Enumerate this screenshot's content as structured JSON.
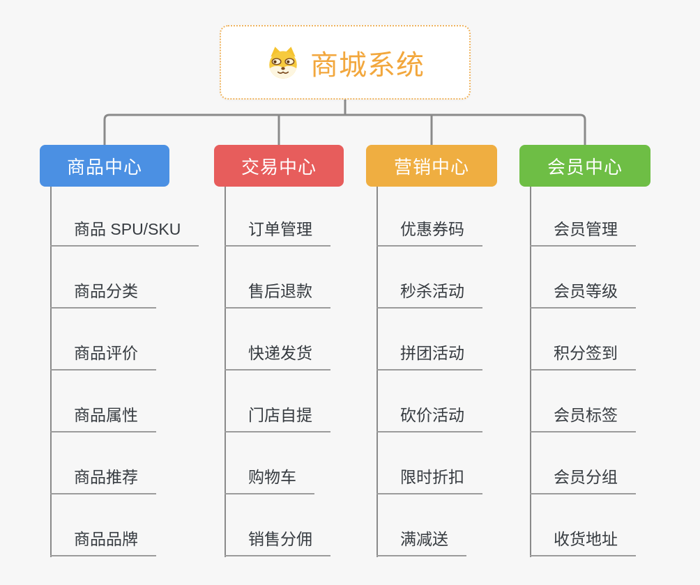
{
  "root": {
    "title": "商城系统",
    "icon": "shiba-dog-icon"
  },
  "branches": [
    {
      "label": "商品中心",
      "color": "#4b90e3",
      "items": [
        "商品 SPU/SKU",
        "商品分类",
        "商品评价",
        "商品属性",
        "商品推荐",
        "商品品牌"
      ]
    },
    {
      "label": "交易中心",
      "color": "#e75d5c",
      "items": [
        "订单管理",
        "售后退款",
        "快递发货",
        "门店自提",
        "购物车",
        "销售分佣"
      ]
    },
    {
      "label": "营销中心",
      "color": "#efae41",
      "items": [
        "优惠券码",
        "秒杀活动",
        "拼团活动",
        "砍价活动",
        "限时折扣",
        "满减送"
      ]
    },
    {
      "label": "会员中心",
      "color": "#6ebe45",
      "items": [
        "会员管理",
        "会员等级",
        "积分签到",
        "会员标签",
        "会员分组",
        "收货地址"
      ]
    }
  ],
  "colors": {
    "background": "#f7f7f7",
    "root_text": "#f2a73d",
    "root_border": "#efb35e",
    "connector_line": "#8a8a8a",
    "leaf_underline": "#9b9b9b",
    "leaf_text": "#363b40"
  }
}
